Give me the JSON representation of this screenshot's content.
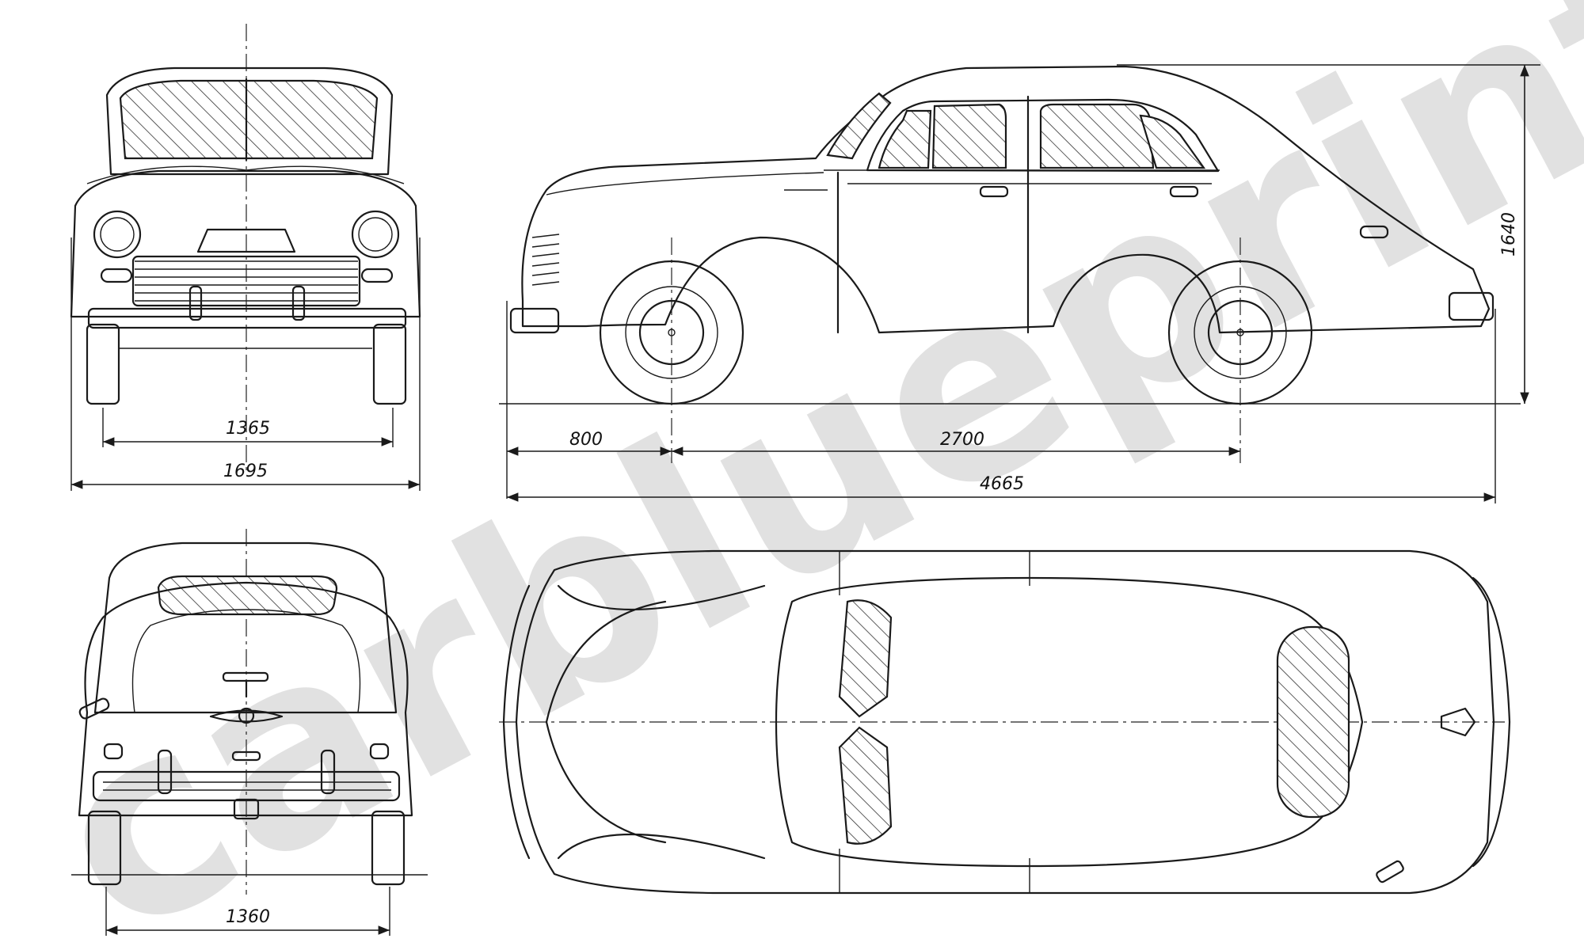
{
  "watermark": "carblueprints.ru",
  "dimensions": {
    "front_track": "1365",
    "overall_width": "1695",
    "front_overhang": "800",
    "wheelbase": "2700",
    "overall_length": "4665",
    "overall_height": "1640",
    "rear_track": "1360"
  },
  "views": [
    "front-view",
    "side-view",
    "rear-view",
    "top-view"
  ],
  "colors": {
    "line": "#1a1a1a",
    "watermark": "#c8c8c8",
    "background": "#ffffff"
  }
}
